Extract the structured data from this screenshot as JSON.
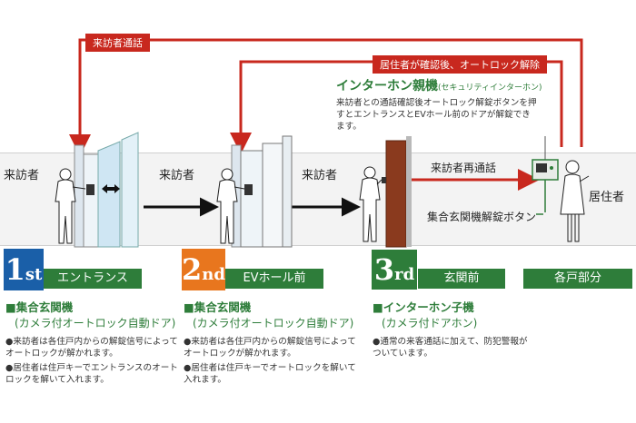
{
  "flow_labels": {
    "visitor_call": "来訪者通話",
    "resident_unlock": "居住者が確認後、オートロック解除",
    "visitor_recall": "来訪者再通話"
  },
  "master_unit": {
    "title": "インターホン親機",
    "subtitle": "(セキュリティインターホン)",
    "description": "来訪者との通話確認後オートロック解錠ボタンを押すとエントランスとEVホール前のドアが解錠できます。"
  },
  "labels": {
    "visitor_1": "来訪者",
    "visitor_2": "来訪者",
    "visitor_3": "来訪者",
    "resident": "居住者",
    "unlock_button": "集合玄関機解錠ボタン"
  },
  "stages": [
    {
      "number": "1",
      "suffix": "st",
      "name": "エントランス",
      "color": "#1a5fa8",
      "heading": "■集合玄関機",
      "sub": "(カメラ付オートロック自動ドア)",
      "notes": [
        "●来訪者は各住戸内からの解錠信号によってオートロックが解かれます。",
        "●居住者は住戸キーでエントランスのオートロックを解いて入れます。"
      ]
    },
    {
      "number": "2",
      "suffix": "nd",
      "name": "EVホール前",
      "color": "#e8761e",
      "heading": "■集合玄関機",
      "sub": "(カメラ付オートロック自動ドア)",
      "notes": [
        "●来訪者は各住戸内からの解錠信号によってオートロックが解かれます。",
        "●居住者は住戸キーでオートロックを解いて入れます。"
      ]
    },
    {
      "number": "3",
      "suffix": "rd",
      "name": "玄関前",
      "color": "#2e7d3a",
      "heading": "■インターホン子機",
      "sub": "(カメラ付ドアホン)",
      "notes": [
        "●通常の来客通話に加えて、防犯警報がついています。"
      ]
    }
  ],
  "final_stage": {
    "name": "各戸部分"
  },
  "colors": {
    "red": "#c8281e",
    "green": "#2e7d3a",
    "blue": "#1a5fa8",
    "orange": "#e8761e"
  }
}
